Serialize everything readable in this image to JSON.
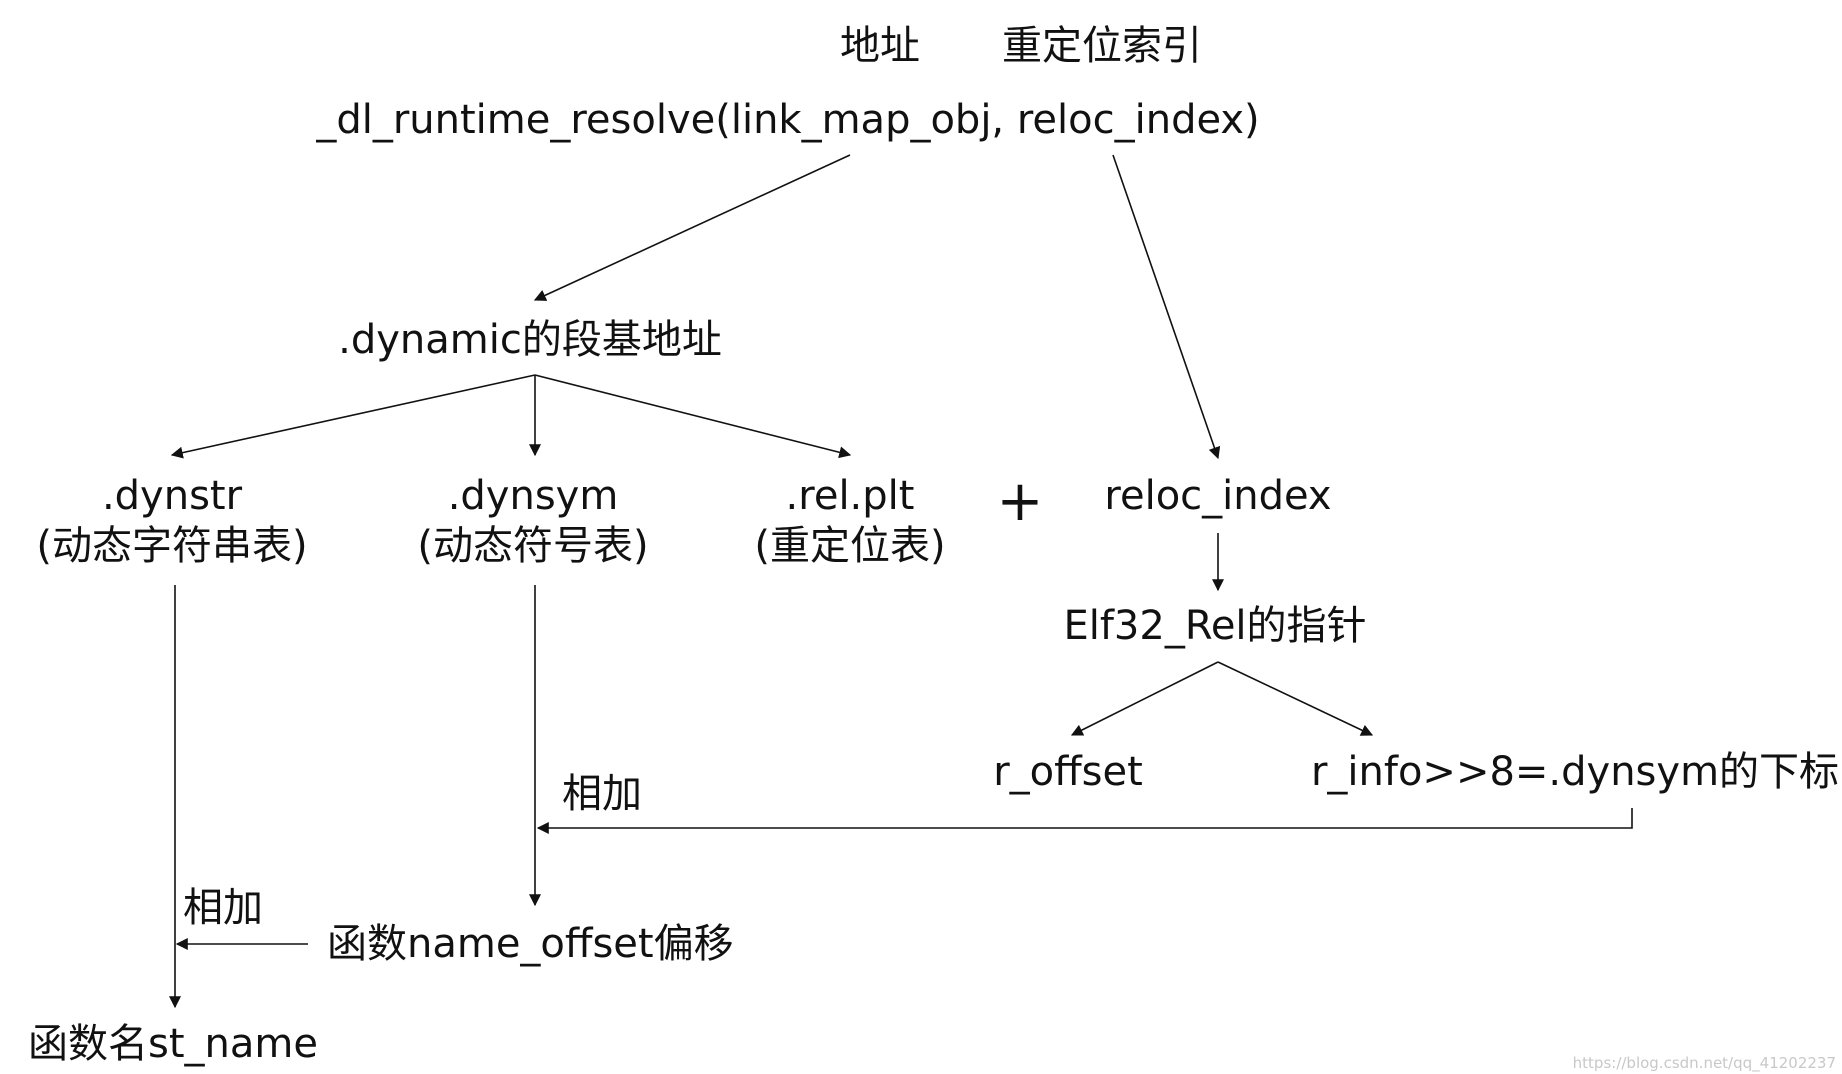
{
  "header": {
    "addr": "地址",
    "reloc": "重定位索引"
  },
  "call": "_dl_runtime_resolve(link_map_obj, reloc_index)",
  "dynamic_base": ".dynamic的段基地址",
  "dynstr": {
    "name": ".dynstr",
    "desc": "(动态字符串表)"
  },
  "dynsym": {
    "name": ".dynsym",
    "desc": "(动态符号表)"
  },
  "relplt": {
    "name": ".rel.plt",
    "desc": "(重定位表)"
  },
  "plus": "+",
  "reloc_index": "reloc_index",
  "elf32_rel": "Elf32_Rel的指针",
  "r_offset": "r_offset",
  "r_info": "r_info>>8=.dynsym的下标",
  "add_label_1": "相加",
  "add_label_2": "相加",
  "name_offset": "函数name_offset偏移",
  "st_name": "函数名st_name",
  "watermark": "https://blog.csdn.net/qq_41202237"
}
